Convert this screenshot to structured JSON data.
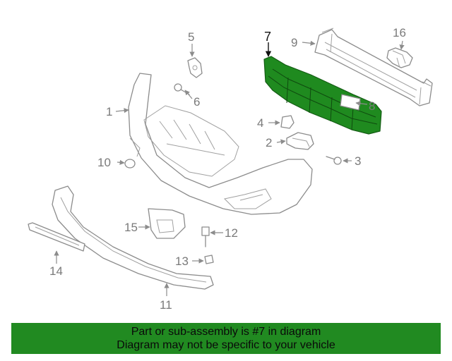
{
  "callouts": {
    "c1": "1",
    "c2": "2",
    "c3": "3",
    "c4": "4",
    "c5": "5",
    "c6": "6",
    "c7": "7",
    "c8": "8",
    "c9": "9",
    "c10": "10",
    "c11": "11",
    "c12": "12",
    "c13": "13",
    "c14": "14",
    "c15": "15",
    "c16": "16"
  },
  "highlighted_part": "7",
  "colors": {
    "highlight": "#1f8a1f",
    "banner": "#218a21",
    "line": "#8c8c8c"
  },
  "banner": {
    "line1": "Part or sub-assembly is #7 in diagram",
    "line2": "Diagram may not be specific to your vehicle"
  }
}
